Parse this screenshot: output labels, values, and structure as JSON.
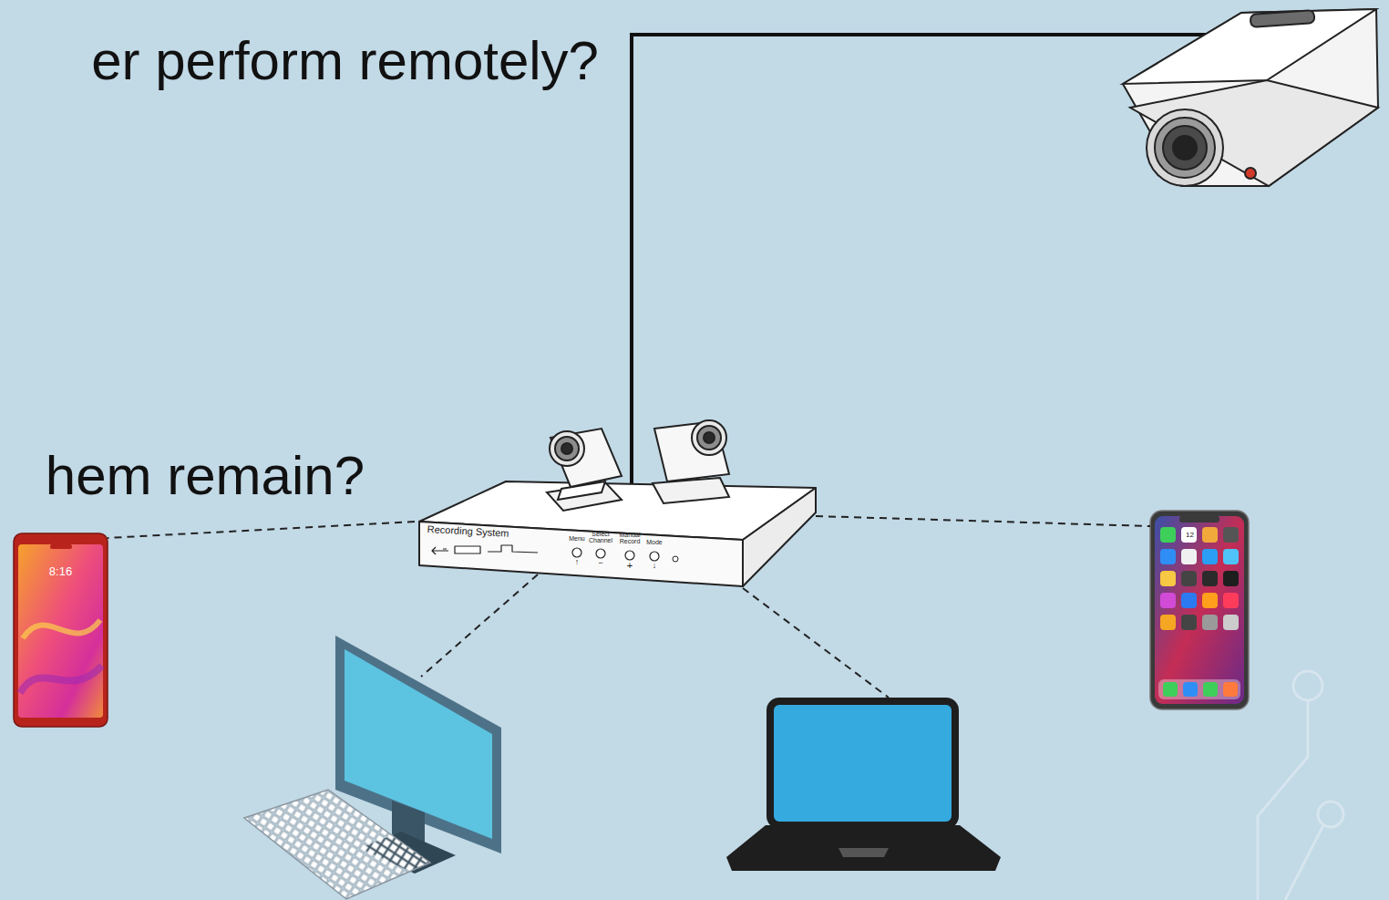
{
  "diagram": {
    "nodes": [
      {
        "text": [
          "Recording System",
          "Menu",
          "Select Channel",
          "Manual Record",
          "Mode",
          "↑",
          "−",
          "+",
          "↓"
        ]
      },
      {
        "text": [
          "8:16"
        ]
      },
      {
        "text": [
          "12"
        ]
      }
    ],
    "edges": [
      {
        "from": 0,
        "to": 1,
        "arrow": "none"
      },
      {
        "from": 0,
        "to": 2,
        "arrow": "none"
      }
    ],
    "labels": [
      "er perform remotely?",
      "hem remain?"
    ]
  }
}
